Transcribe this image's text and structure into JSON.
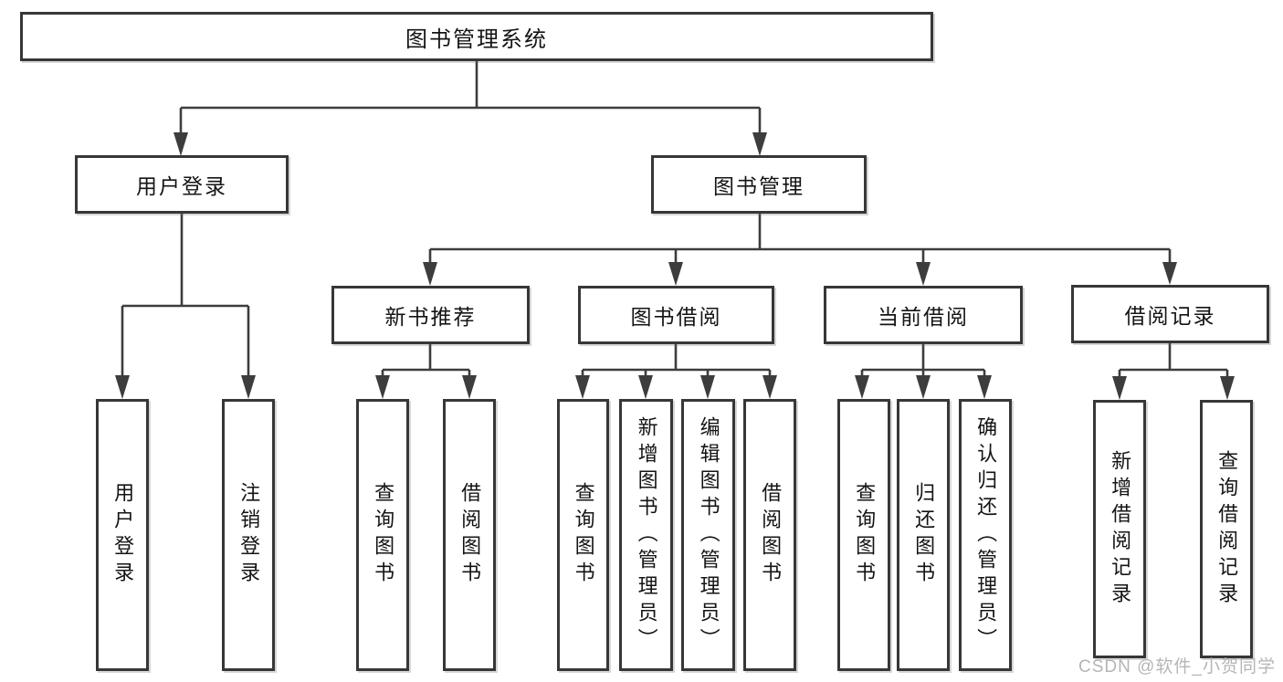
{
  "diagram": {
    "title": "图书管理系统",
    "type": "hierarchy-tree",
    "colors": {
      "background": "#ffffff",
      "box_fill": "#ffffff",
      "box_border": "#373737",
      "line": "#3d3d3d",
      "text": "#141414",
      "watermark_text": "#b5b5b5"
    },
    "root": {
      "label": "图书管理系统"
    },
    "modules": [
      {
        "label": "用户登录",
        "children": [
          {
            "label": "用户登录"
          },
          {
            "label": "注销登录"
          }
        ]
      },
      {
        "label": "图书管理",
        "children": [
          {
            "label": "新书推荐",
            "children": [
              {
                "label": "查询图书"
              },
              {
                "label": "借阅图书"
              }
            ]
          },
          {
            "label": "图书借阅",
            "children": [
              {
                "label": "查询图书"
              },
              {
                "label": "新增图书（管理员）"
              },
              {
                "label": "编辑图书（管理员）"
              },
              {
                "label": "借阅图书"
              }
            ]
          },
          {
            "label": "当前借阅",
            "children": [
              {
                "label": "查询图书"
              },
              {
                "label": "归还图书"
              },
              {
                "label": "确认归还（管理员）"
              }
            ]
          },
          {
            "label": "借阅记录",
            "children": [
              {
                "label": "新增借阅记录"
              },
              {
                "label": "查询借阅记录"
              }
            ]
          }
        ]
      }
    ],
    "watermark": {
      "text": "CSDN @软件_小贺同学"
    }
  }
}
